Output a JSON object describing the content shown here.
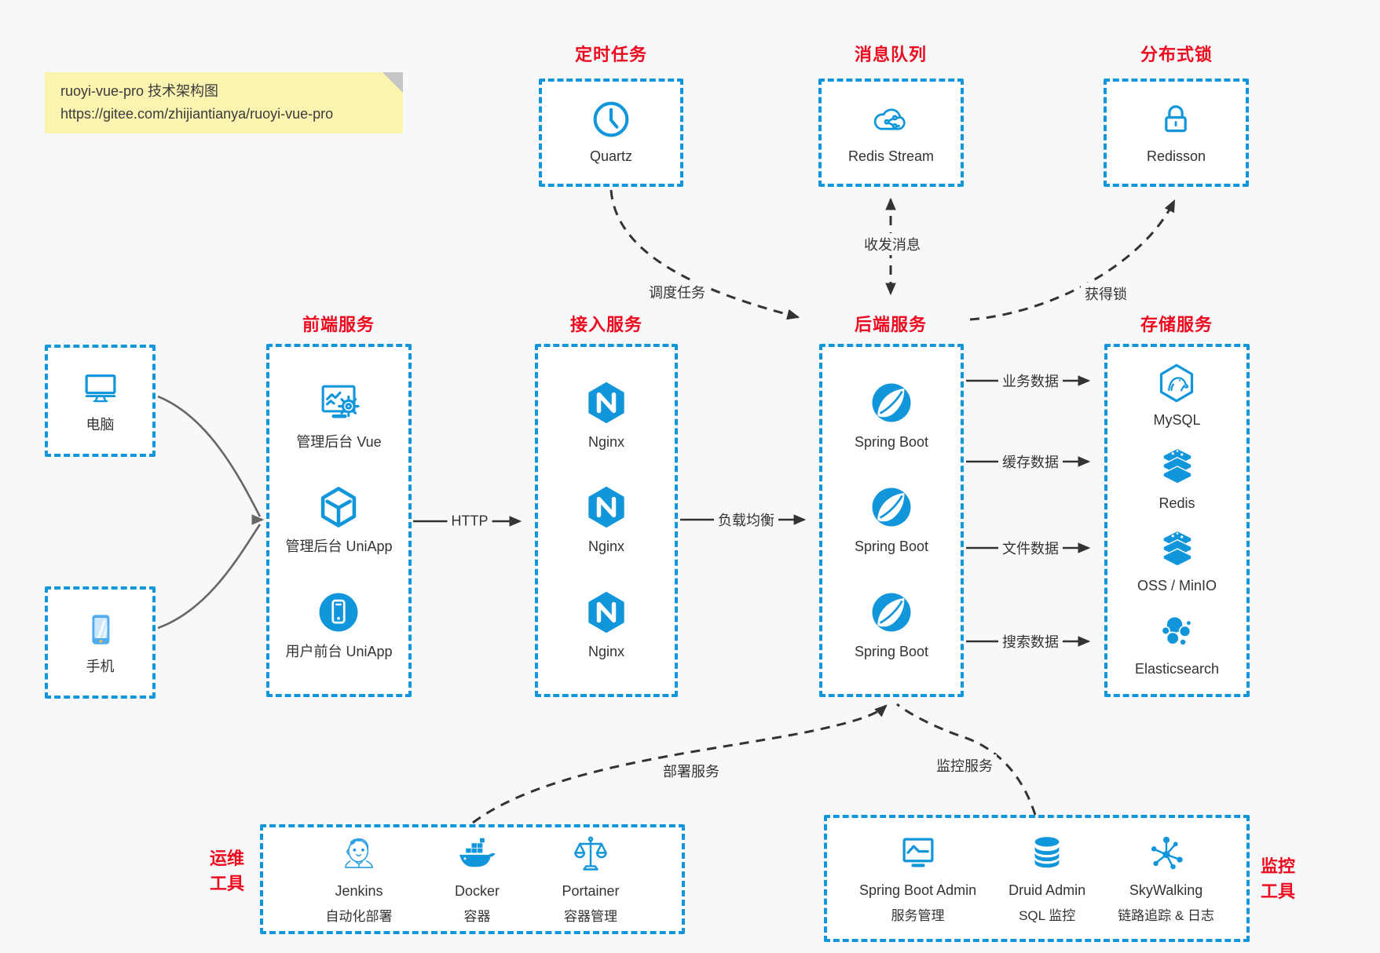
{
  "note": {
    "line1": "ruoyi-vue-pro 技术架构图",
    "line2": "https://gitee.com/zhijiantianya/ruoyi-vue-pro"
  },
  "top_groups": [
    {
      "title": "定时任务",
      "item": {
        "label": "Quartz",
        "icon": "clock-icon"
      }
    },
    {
      "title": "消息队列",
      "item": {
        "label": "Redis Stream",
        "icon": "cloud-stream-icon"
      }
    },
    {
      "title": "分布式锁",
      "item": {
        "label": "Redisson",
        "icon": "lock-icon"
      }
    }
  ],
  "clients": [
    {
      "label": "电脑",
      "icon": "desktop-icon"
    },
    {
      "label": "手机",
      "icon": "mobile-icon"
    }
  ],
  "columns": [
    {
      "title": "前端服务",
      "items": [
        {
          "label": "管理后台 Vue",
          "icon": "admin-vue-icon"
        },
        {
          "label": "管理后台 UniApp",
          "icon": "uniapp-cube-icon"
        },
        {
          "label": "用户前台 UniApp",
          "icon": "user-app-icon"
        }
      ]
    },
    {
      "title": "接入服务",
      "items": [
        {
          "label": "Nginx",
          "icon": "nginx-icon"
        },
        {
          "label": "Nginx",
          "icon": "nginx-icon"
        },
        {
          "label": "Nginx",
          "icon": "nginx-icon"
        }
      ]
    },
    {
      "title": "后端服务",
      "items": [
        {
          "label": "Spring Boot",
          "icon": "spring-icon"
        },
        {
          "label": "Spring Boot",
          "icon": "spring-icon"
        },
        {
          "label": "Spring Boot",
          "icon": "spring-icon"
        }
      ]
    },
    {
      "title": "存储服务",
      "items": [
        {
          "label": "MySQL",
          "icon": "mysql-icon"
        },
        {
          "label": "Redis",
          "icon": "redis-stack-icon"
        },
        {
          "label": "OSS / MinIO",
          "icon": "oss-stack-icon"
        },
        {
          "label": "Elasticsearch",
          "icon": "elasticsearch-icon"
        }
      ]
    }
  ],
  "edges": {
    "http": "HTTP",
    "load_balance": "负载均衡",
    "business_data": "业务数据",
    "cache_data": "缓存数据",
    "file_data": "文件数据",
    "search_data": "搜索数据",
    "send_receive_message": "收发消息",
    "schedule_task": "调度任务",
    "acquire_lock": "获得锁",
    "deploy_service": "部署服务",
    "monitor_service": "监控服务"
  },
  "bottom_groups": [
    {
      "side_line1": "运维",
      "side_line2": "工具",
      "items": [
        {
          "name": "Jenkins",
          "desc": "自动化部署",
          "icon": "jenkins-icon"
        },
        {
          "name": "Docker",
          "desc": "容器",
          "icon": "docker-icon"
        },
        {
          "name": "Portainer",
          "desc": "容器管理",
          "icon": "portainer-icon"
        }
      ]
    },
    {
      "side_line1": "监控",
      "side_line2": "工具",
      "items": [
        {
          "name": "Spring Boot Admin",
          "desc": "服务管理",
          "icon": "sba-icon"
        },
        {
          "name": "Druid Admin",
          "desc": "SQL 监控",
          "icon": "druid-icon"
        },
        {
          "name": "SkyWalking",
          "desc": "链路追踪 & 日志",
          "icon": "skywalking-icon"
        }
      ]
    }
  ],
  "colors": {
    "accent": "#1296db",
    "title_red": "#ee0a1e",
    "text": "#333333",
    "note_bg": "#fbf3b0",
    "canvas_bg": "#f7f8fa"
  }
}
